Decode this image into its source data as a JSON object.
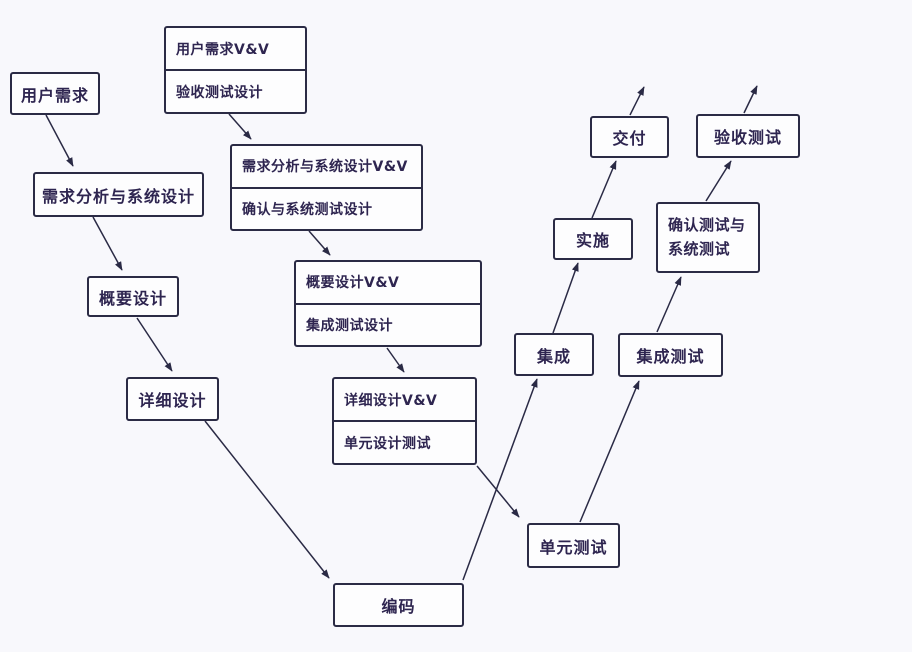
{
  "diagram": {
    "type": "v-model-development-process",
    "language": "zh-CN",
    "nodes": {
      "user_req": {
        "label": "用户需求"
      },
      "user_req_vv": {
        "line1": "用户需求V&V",
        "line2": "验收测试设计"
      },
      "req_analysis": {
        "label": "需求分析与系统设计"
      },
      "req_analysis_vv": {
        "line1": "需求分析与系统设计V&V",
        "line2": "确认与系统测试设计"
      },
      "outline_design": {
        "label": "概要设计"
      },
      "outline_design_vv": {
        "line1": "概要设计V&V",
        "line2": "集成测试设计"
      },
      "detail_design": {
        "label": "详细设计"
      },
      "detail_design_vv": {
        "line1": "详细设计V&V",
        "line2": "单元设计测试"
      },
      "coding": {
        "label": "编码"
      },
      "unit_test": {
        "label": "单元测试"
      },
      "integration": {
        "label": "集成"
      },
      "integration_test": {
        "label": "集成测试"
      },
      "implementation": {
        "label": "实施"
      },
      "confirm_system_test": {
        "line1": "确认测试与",
        "line2": "系统测试"
      },
      "delivery": {
        "label": "交付"
      },
      "acceptance_test": {
        "label": "验收测试"
      }
    },
    "edges": [
      {
        "from": "用户需求",
        "to": "需求分析与系统设计"
      },
      {
        "from": "用户需求V&V/验收测试设计",
        "to": "需求分析与系统设计V&V/确认与系统测试设计"
      },
      {
        "from": "需求分析与系统设计",
        "to": "概要设计"
      },
      {
        "from": "需求分析与系统设计V&V/确认与系统测试设计",
        "to": "概要设计V&V/集成测试设计"
      },
      {
        "from": "概要设计",
        "to": "详细设计"
      },
      {
        "from": "概要设计V&V/集成测试设计",
        "to": "详细设计V&V/单元设计测试"
      },
      {
        "from": "详细设计",
        "to": "编码"
      },
      {
        "from": "详细设计V&V/单元设计测试",
        "to": "单元测试"
      },
      {
        "from": "编码",
        "to": "集成"
      },
      {
        "from": "单元测试",
        "to": "集成测试"
      },
      {
        "from": "集成",
        "to": "实施"
      },
      {
        "from": "集成测试",
        "to": "确认测试与系统测试"
      },
      {
        "from": "实施",
        "to": "交付"
      },
      {
        "from": "确认测试与系统测试",
        "to": "验收测试"
      },
      {
        "from": "交付",
        "to": "(出口)"
      },
      {
        "from": "验收测试",
        "to": "(出口)"
      }
    ],
    "colors": {
      "background": "#f8f8fc",
      "box_fill": "#fdfdfe",
      "border": "#2b2b45",
      "text": "#2e2550",
      "arrow": "#2a2a45"
    }
  }
}
